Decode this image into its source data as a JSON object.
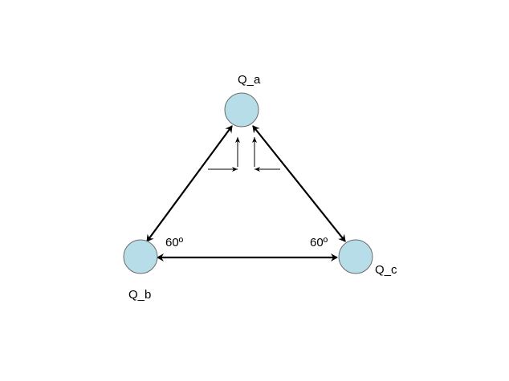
{
  "labels": {
    "charge_a": "Q_a",
    "charge_b": "Q_b",
    "charge_c": "Q_c",
    "angle_b": "60º",
    "angle_c": "60º"
  },
  "colors": {
    "charge_fill": "#b7dde8",
    "charge_stroke": "#6b6b6b",
    "line": "#000000",
    "background": "#ffffff"
  }
}
